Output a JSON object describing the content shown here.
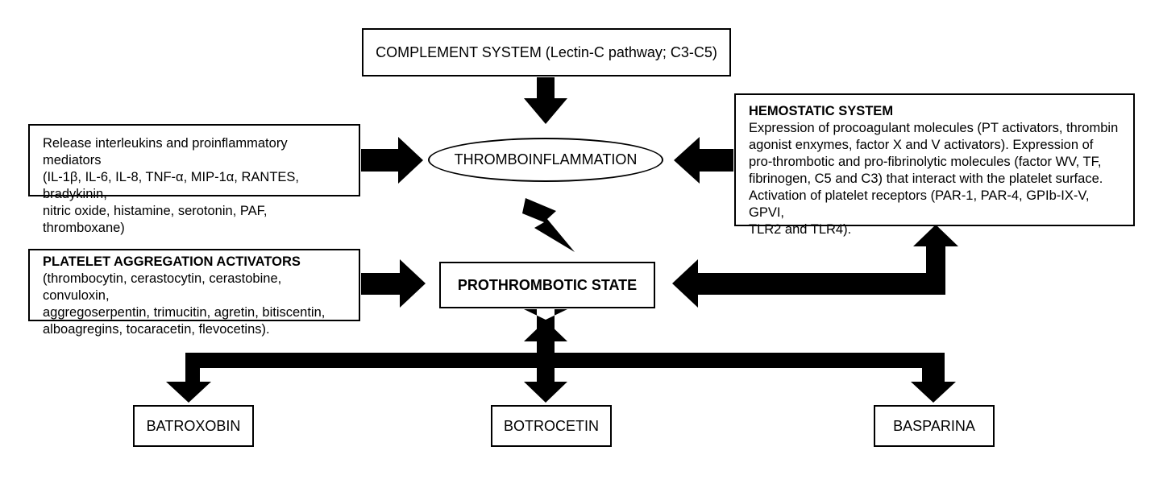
{
  "complement": {
    "label": "COMPLEMENT SYSTEM (Lectin-C pathway; C3-C5)"
  },
  "thromboinflammation": {
    "label": "THROMBOINFLAMMATION"
  },
  "interleukins": {
    "lines": [
      "Release interleukins and proinflammatory mediators",
      "(IL-1β, IL-6, IL-8, TNF-α, MIP-1α, RANTES, bradykinin,",
      "nitric oxide, histamine, serotonin, PAF, thromboxane)"
    ]
  },
  "hemostatic": {
    "title": "HEMOSTATIC SYSTEM",
    "lines": [
      "Expression of procoagulant molecules (PT activators, thrombin",
      "agonist enxymes, factor X and V activators). Expression of",
      "pro-thrombotic and pro-fibrinolytic molecules (factor WV, TF,",
      "fibrinogen, C5 and C3) that interact with the platelet surface.",
      "Activation of platelet receptors (PAR-1, PAR-4, GPIb-IX-V, GPVI,",
      "TLR2 and TLR4)."
    ]
  },
  "platelet": {
    "title": "PLATELET AGGREGATION ACTIVATORS",
    "lines": [
      "(thrombocytin, cerastocytin, cerastobine, convuloxin,",
      "aggregoserpentin, trimucitin, agretin, bitiscentin,",
      "alboagregins, tocaracetin, flevocetins)."
    ]
  },
  "prothrombotic": {
    "label": "PROTHROMBOTIC STATE"
  },
  "bottom": {
    "batroxobin": "BATROXOBIN",
    "botrocetin": "BOTROCETIN",
    "basparina": "BASPARINA"
  }
}
